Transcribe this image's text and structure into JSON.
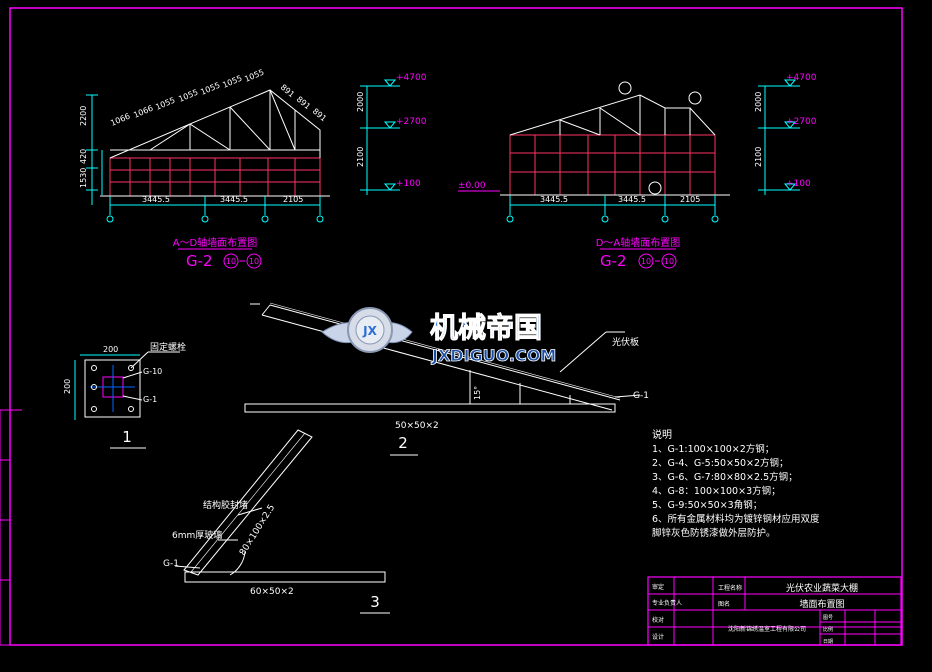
{
  "colors": {
    "background": "#000000",
    "frame": "#ff00ff",
    "line": "#ffffff",
    "accent": "#ff00ff",
    "dim": "#00ffff",
    "structure": "#ff3366",
    "watermark": "#2a6fd6"
  },
  "elevation_a": {
    "title": "A～D轴墙面布置图",
    "label": "G-2",
    "circle_1": "10",
    "circle_2": "10",
    "spans": [
      "3445.5",
      "3445.5",
      "2105"
    ],
    "top_dims": [
      "1066",
      "1066",
      "1055",
      "1055",
      "1055",
      "1055",
      "1055",
      "891",
      "891",
      "891"
    ],
    "side_dims": [
      "2200",
      "420",
      "1530"
    ]
  },
  "elevation_d": {
    "title": "D～A轴墙面布置图",
    "label": "G-2",
    "circle_1": "10",
    "circle_2": "10",
    "spans": [
      "3445.5",
      "3445.5",
      "2105"
    ],
    "ground": "±0.00"
  },
  "levels": {
    "top": "+4700",
    "mid": "+2700",
    "low": "+100",
    "dims": [
      "2000",
      "2100"
    ]
  },
  "detail_1": {
    "number": "1",
    "callout_bolt": "固定螺栓",
    "callout_g10": "G-10",
    "callout_g1": "G-1",
    "dim_w": "200",
    "dim_h": "200"
  },
  "detail_2": {
    "number": "2",
    "callout_panel": "光伏板",
    "callout_g1": "G-1",
    "dim_bottom": "50×50×2",
    "angle": "15°"
  },
  "detail_3": {
    "number": "3",
    "callout_glue": "结构胶封堵",
    "callout_glass": "6mm厚玻璃",
    "callout_g1": "G-1",
    "dim_diag": "80×100×2.5",
    "dim_bottom": "60×50×2"
  },
  "notes": {
    "heading": "说明",
    "items": [
      "1、G-1:100×100×2方钢；",
      "2、G-4、G-5:50×50×2方钢；",
      "3、G-6、G-7:80×80×2.5方钢；",
      "4、G-8：100×100×3方钢；",
      "5、G-9:50×50×3角钢；",
      "6、所有金属材料均为镀锌钢材应用双度",
      "脚锌灰色防锈漆做外层防护。"
    ]
  },
  "title_block": {
    "project_label": "工程名称",
    "project_name": "光伏农业蔬菜大棚",
    "drawing_label": "图名",
    "drawing_name": "墙面布置图",
    "company": "沈阳新锦绣温室工程有限公司",
    "roles": [
      "审定",
      "专业负责人",
      "校对",
      "设计"
    ],
    "small_1": "图号",
    "small_2": "比例",
    "small_3": "日期"
  },
  "watermark": {
    "cn": "机械帝国",
    "en": "JXDIGUO.COM",
    "badge": "JX"
  }
}
